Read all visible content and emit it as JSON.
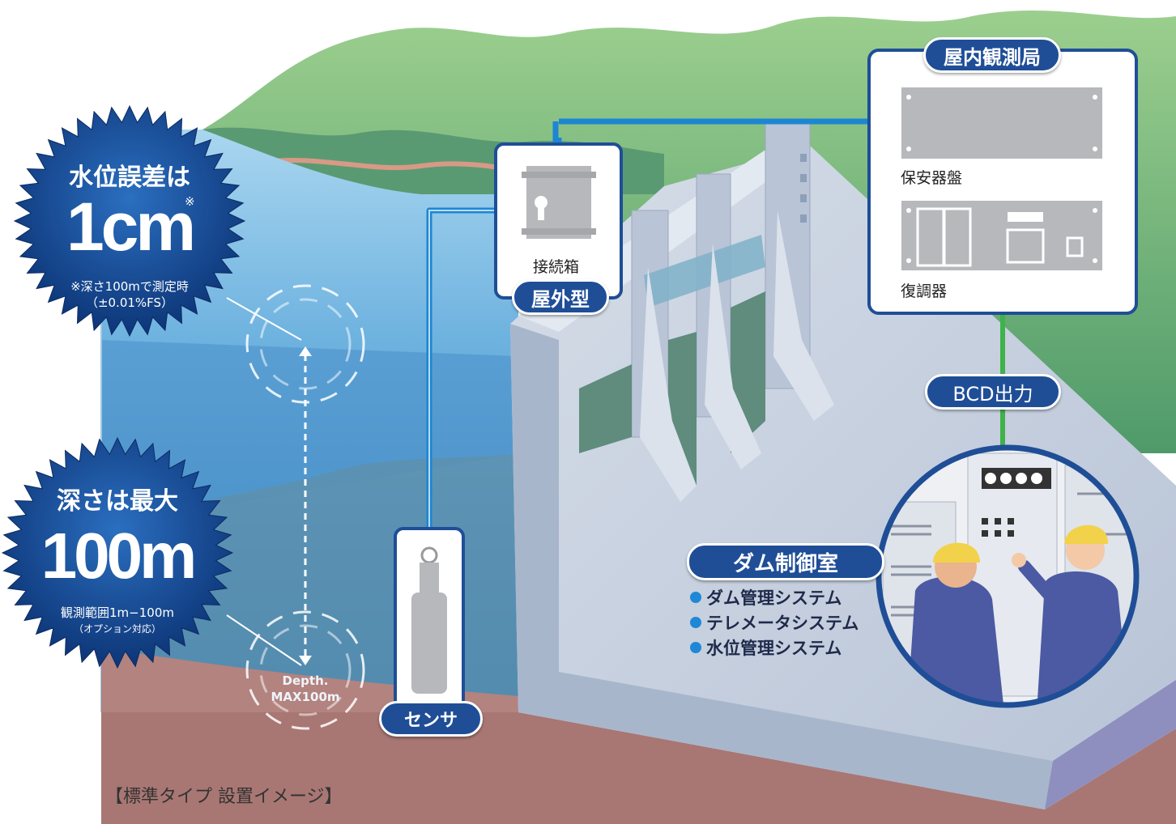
{
  "badges": {
    "accuracy": {
      "line1": "水位誤差は",
      "value": "1cm",
      "mark": "※",
      "note1": "※深さ100mで測定時",
      "note2": "（±0.01%FS）"
    },
    "depth": {
      "line1": "深さは最大",
      "value": "100m",
      "note1": "観測範囲1m−100m",
      "note2": "（オプション対応）"
    }
  },
  "depth_marker": {
    "line1": "Depth.",
    "line2": "MAX100m"
  },
  "sensor": {
    "label": "センサ"
  },
  "junction_box": {
    "label": "接続箱",
    "type_label": "屋外型"
  },
  "indoor_station": {
    "title": "屋内観測局",
    "panel1_label": "保安器盤",
    "panel2_label": "復調器"
  },
  "output": {
    "label": "BCD出力"
  },
  "control_room": {
    "title": "ダム制御室",
    "systems": [
      "ダム管理システム",
      "テレメータシステム",
      "水位管理システム"
    ]
  },
  "caption": "【標準タイプ 設置イメージ】",
  "colors": {
    "navy": "#1f4e97",
    "cable_blue": "#1d86d3",
    "cable_green": "#3fb24a",
    "water": "#5ea7d8",
    "ground": "#b3837f",
    "dam": "#c9d3e0"
  }
}
